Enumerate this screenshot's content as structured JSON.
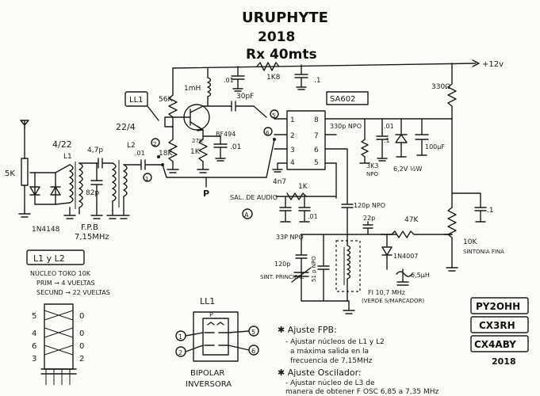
{
  "title": {
    "line1": "URUPHYTE",
    "line2": "2018",
    "line3": "Rx 40mts"
  },
  "supply": {
    "label": "+12v"
  },
  "components": {
    "r_5k_pot": "5K",
    "diodes": "1N4148",
    "l1_turns": "4/22",
    "l1_name": "L1",
    "cap_4p7": "4,7p",
    "cap_82p": "82p",
    "l2_turns": "22/4",
    "l2_name": "L2",
    "cap_01_in": ".01",
    "fpb": "F.P.B",
    "fpb_freq": "7,15MHz",
    "r_56k": "56K",
    "choke_1mh": "1mH",
    "bf494": "BF494",
    "cap_01_top": ".01",
    "r_1k8": "1K8",
    "cap_1_top": ".1",
    "r_330": "330Ω",
    "cap_30pf": "30pF",
    "r_27k": "27K",
    "r_1k_e": "1K",
    "cap_01_e": ".01",
    "r_18k": "18K",
    "sa602": "SA602",
    "pin1": "1",
    "pin2": "2",
    "pin3": "3",
    "pin4": "4",
    "pin5": "5",
    "pin6": "6",
    "pin7": "7",
    "pin8": "8",
    "cap_330p": "330p NPO",
    "cap_01_b": ".01",
    "cap_1_b": ".1",
    "zener": "6,2V ½W",
    "cap_100uf": "100µF",
    "r_3k3": "3K3",
    "npo_a": "NPO",
    "cap_4n7": "4n7",
    "r_1k": "1K",
    "cap_01_c": ".01",
    "sal_audio": "SAL. DE AUDIO",
    "sal_audio_mark": "A",
    "cap_120p_top": "120p NPO",
    "cap_22p": "22p",
    "r_47k": "47K",
    "cap_33p": "33P NPO",
    "cap_120p": "120p",
    "trim_label": "SINT. PRINCIPAL",
    "cap_51p": "51 p NPO",
    "diode_1n4007": "1N4007",
    "ind_6u5": "6,5µH",
    "xtal_freq": "FI 10,7 MHz",
    "xtal_note": "(VERDE S/MARCADOR)",
    "r_10k": "10K",
    "sintonia": "SINTONIA FINA",
    "cap_1_right": ".1",
    "mark_1": "1",
    "mark_2": "2",
    "mark_3": "3",
    "mark_4": "4",
    "mark_5": "5",
    "mark_6": "6",
    "mark_p": "P"
  },
  "coil_note": {
    "box": "L1 y L2",
    "core": "NÚCLEO TOKO 10K",
    "prim": "PRIM → 4 VUELTAS",
    "second": "SECUND → 22 VUELTAS",
    "pins_left": [
      "5",
      "4",
      "6",
      "3"
    ],
    "pins_right": [
      "0",
      "0",
      "0",
      "2"
    ]
  },
  "switch": {
    "name": "LL1",
    "caption1": "BIPOLAR",
    "caption2": "INVERSORA"
  },
  "notes": {
    "fpb_title": "✱ Ajuste FPB:",
    "fpb_1": "- Ajustar núcleos de L1 y L2",
    "fpb_2": "a máxima salida en la",
    "fpb_3": "frecuencia de 7,15MHz",
    "osc_title": "✱ Ajuste Oscilador:",
    "osc_1": "- Ajustar núcleo de L3 de",
    "osc_2": "manera de obtener F OSC 6,85 a 7,35 MHz"
  },
  "stamp": {
    "call1": "PY2OHH",
    "call2": "CX3RH",
    "call3": "CX4ABY",
    "year": "2018"
  }
}
